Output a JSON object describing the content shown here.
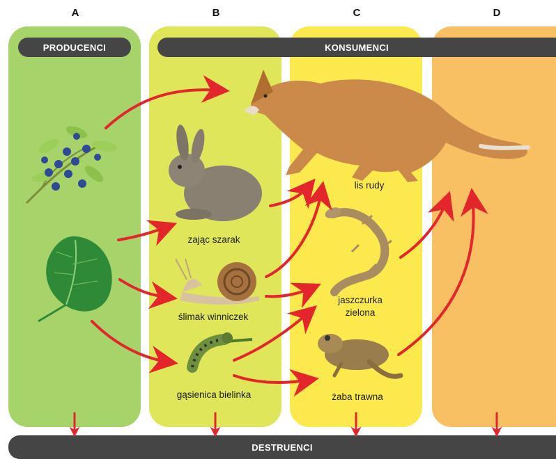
{
  "columns": {
    "a": {
      "letter": "A"
    },
    "b": {
      "letter": "B"
    },
    "c": {
      "letter": "C"
    },
    "d": {
      "letter": "D"
    }
  },
  "headers": {
    "producers": "PRODUCENCI",
    "consumers": "KONSUMENCI",
    "decomposers": "DESTRUENCI"
  },
  "organisms": {
    "fox": "lis rudy",
    "hare": "zając szarak",
    "snail": "ślimak winniczek",
    "lizard_line1": "jaszczurka",
    "lizard_line2": "zielona",
    "caterpillar": "gąsienica bielinka",
    "frog": "żaba trawna"
  },
  "colors": {
    "lane_a": "#a6d36a",
    "lane_b": "#dfe65a",
    "lane_c": "#fbe94e",
    "lane_d": "#f9bf63",
    "arrow": "#e3262b",
    "pill": "#454545"
  }
}
